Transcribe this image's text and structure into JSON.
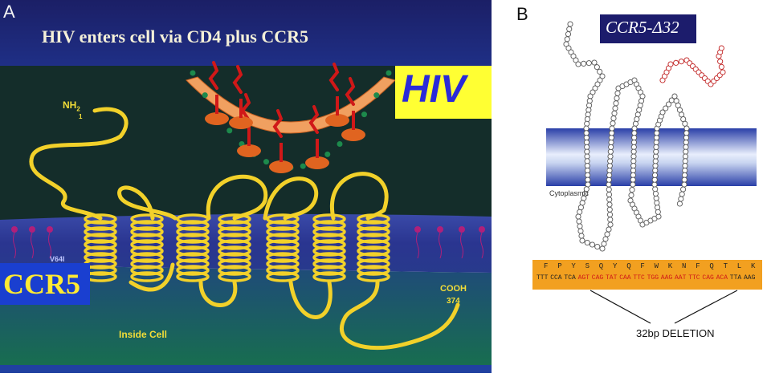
{
  "panelA": {
    "letter": "A",
    "title": "HIV enters cell via CD4  plus CCR5",
    "hiv_label": "HIV",
    "ccr5_label": "CCR5",
    "nh2_label": "NH",
    "nh2_sub": "2",
    "nh2_index": "1",
    "cooh_label": "COOH",
    "cooh_index": "374",
    "inside_label": "Inside Cell",
    "v64_label": "V64I",
    "colors": {
      "background": "#142d2a",
      "membrane": "#2c3990",
      "protein": "#f2d12a",
      "hiv_box": "#ffff33",
      "ccr5_box": "#1a3fd0"
    }
  },
  "panelB": {
    "letter": "B",
    "title": "CCR5-Δ32",
    "cytoplasmic_label": "Cytoplasmic",
    "amino_acids": [
      "F",
      "P",
      "Y",
      "S",
      "Q",
      "Y",
      "Q",
      "F",
      "W",
      "K",
      "N",
      "F",
      "Q",
      "T",
      "L",
      "K"
    ],
    "codons": [
      "TTT",
      "CCA",
      "TCA",
      "AGT",
      "CAG",
      "TAT",
      "CAA",
      "TTC",
      "TGG",
      "AAG",
      "AAT",
      "TTC",
      "CAG",
      "ACA",
      "TTA",
      "AAG"
    ],
    "deleted_codon_range": [
      3,
      13
    ],
    "deletion_label": "32bp DELETION",
    "colors": {
      "sequence_bar": "#f2a020",
      "deleted_text": "#d01818",
      "kept_text": "#222222",
      "membrane": "#2a3fa8"
    }
  }
}
